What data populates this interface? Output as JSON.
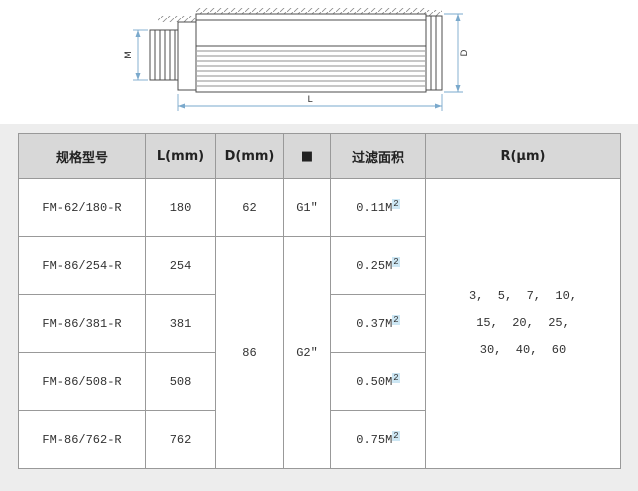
{
  "drawing": {
    "label_m": "M",
    "label_d": "D",
    "label_l": "L"
  },
  "table": {
    "headers": {
      "model": "规格型号",
      "length": "L(mm)",
      "diameter": "D(mm)",
      "port": "■",
      "area": "过滤面积",
      "rating": "R(μm)"
    },
    "rows": [
      {
        "model": "FM-62/180-R",
        "length": "180",
        "diameter": "62",
        "port": "G1\"",
        "area": "0.11M",
        "area_exp": "2"
      },
      {
        "model": "FM-86/254-R",
        "length": "254",
        "area": "0.25M",
        "area_exp": "2"
      },
      {
        "model": "FM-86/381-R",
        "length": "381",
        "area": "0.37M",
        "area_exp": "2"
      },
      {
        "model": "FM-86/508-R",
        "length": "508",
        "area": "0.50M",
        "area_exp": "2"
      },
      {
        "model": "FM-86/762-R",
        "length": "762",
        "area": "0.75M",
        "area_exp": "2"
      }
    ],
    "merged": {
      "diameter": "86",
      "port": "G2\"",
      "rating_lines": [
        "3,  5,  7,  10,",
        "15,  20,  25,",
        "30,  40,  60"
      ]
    }
  }
}
